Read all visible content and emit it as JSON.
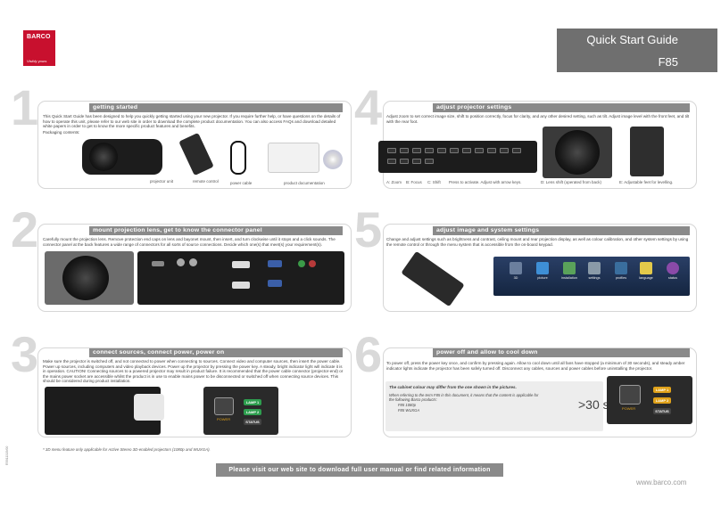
{
  "brand": {
    "name": "BARCO",
    "tagline": "Visibly yours"
  },
  "header": {
    "title": "Quick Start Guide",
    "model": "F85"
  },
  "panels": [
    {
      "number": "1",
      "title": "getting started",
      "body": "This Quick Start Guide has been designed to help you quickly getting started using your new projector. If you require further help, or have questions on the details of how to operate this unit, please refer to our web site in order to download the complete product documentation. You can also access FAQs and download detailed white papers in order to get to know the more specific product features and benefits.",
      "subtitle": "Packaging contents:",
      "captions": [
        "projector unit",
        "remote control",
        "power cable",
        "product documentation"
      ]
    },
    {
      "number": "2",
      "title": "mount projection lens, get to know the connector panel",
      "body": "Carefully mount the projection lens. Remove protection end caps on lens and bayonet mount, then insert, and turn clockwise until it stops and a click sounds. The connector panel at the back features a wide range of connectors for all sorts of source connections. Decide which one(s) that meet(s) your requirement(s)."
    },
    {
      "number": "3",
      "title": "connect sources, connect power, power on",
      "body": "Make sure the projector is switched off, and not connected to power when connecting to sources. Connect video and computer sources, then insert the power cable. Power up sources, including computers and video playback devices. Power up the projector by pressing the power key. A steady, bright indicator light will indicate it is in operation. CAUTION! Connecting sources to a powered projector may result in product failure. It is recommended that the power cable connector (projector-end) or the mains power socket are accessible whilst the product is in use to enable mains power to be disconnected or switched off when connecting source devices. This should be considered during product installation.",
      "status": {
        "power": "POWER",
        "lamp1": "LAMP 1",
        "lamp2": "LAMP 2",
        "status": "STATUS"
      }
    },
    {
      "number": "4",
      "title": "adjust projector settings",
      "body": "Adjust zoom to set correct image size, shift to position correctly, focus for clarity, and any other desired setting, such as tilt. Adjust image level with the front feet, and tilt with the rear foot.",
      "captions": [
        "A: Zoom",
        "B: Focus",
        "C: Shift",
        "Press to activate. Adjust with arrow keys.",
        "D: Lens shift (operated from back)",
        "E: Adjustable feet for levelling."
      ]
    },
    {
      "number": "5",
      "title": "adjust image and system settings",
      "body": "Change and adjust settings such as brightness and contrast, ceiling mount and rear projection display, as well as colour calibration, and other system settings by using the remote control or through the menu system that is accessible from the on-board keypad.",
      "menu": [
        "3D",
        "picture",
        "installation",
        "settings",
        "profiles",
        "language",
        "status"
      ]
    },
    {
      "number": "6",
      "title": "power off and allow to cool down",
      "body": "To power off, press the power key once, and confirm by pressing again. Allow to cool down until all fans have stopped (a minimum of 30 seconds), and steady amber indicator lights indicate the projector has been safely turned off. Disconnect any cables, sources and power cables before uninstalling the projector.",
      "disclaimer_title": "The cabinet colour may differ from the one shown in the pictures.",
      "disclaimer_body": "When referring to the term F85 in this document, it means that the content is applicable for the following Barco products:",
      "products": [
        "F85 1080p",
        "F85 WUXGA"
      ],
      "timer": ">30 s",
      "status": {
        "power": "POWER",
        "lamp1": "LAMP 1",
        "lamp2": "LAMP 2",
        "status": "STATUS"
      }
    }
  ],
  "footnote": "*   3D menu feature only applicable for Active Stereo 3D-enabled projectors (1080p and WUXGA).",
  "footer": {
    "banner": "Please visit our web site to download full user manual or find related information",
    "url": "www.barco.com",
    "doc_id": "R5911319/00"
  },
  "colors": {
    "band": "#8a8a8a",
    "brand": "#c8102e",
    "number": "#d9d9d9",
    "lamp_green": "#2e9e4f",
    "lamp_amber": "#e0a21a"
  }
}
